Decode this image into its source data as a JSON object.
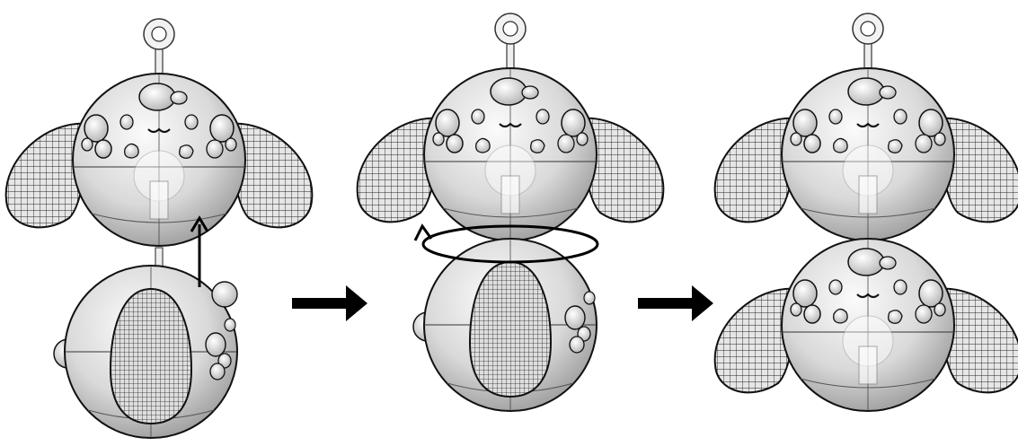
{
  "figure": {
    "panels": [
      {
        "id": "step-1",
        "description_icons": [
          "head-module",
          "body-module",
          "up-arrow"
        ]
      },
      {
        "id": "step-2",
        "description_icons": [
          "head-module",
          "body-module",
          "rotate-arrow"
        ]
      },
      {
        "id": "step-3",
        "description_icons": [
          "head-module",
          "head-module"
        ]
      }
    ],
    "transition_arrows": 2,
    "colors": {
      "surface": "#cfcfcf",
      "surface_light": "#f4f4f4",
      "outline": "#1a1a1a",
      "mesh": "#222222",
      "arrow": "#000000"
    }
  }
}
